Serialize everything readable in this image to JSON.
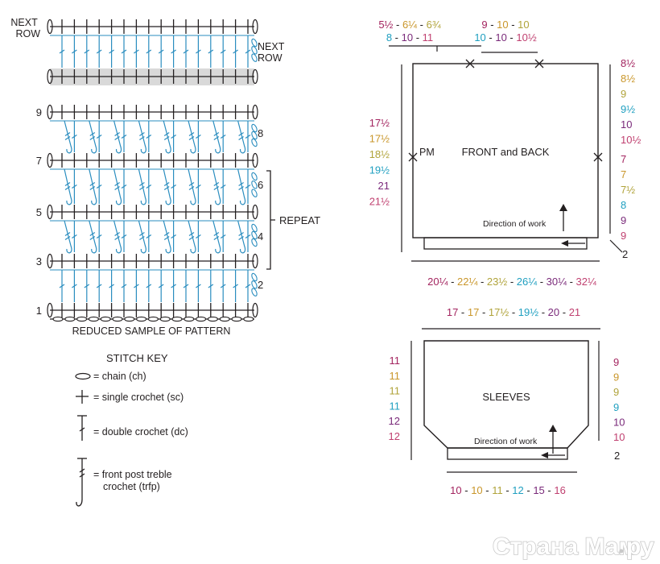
{
  "colors": {
    "ink": "#231f20",
    "stitch_blue": "#2a8dbf",
    "highlight_row": "#d9d9d9",
    "size_colors": [
      "#a3245f",
      "#c9962a",
      "#b0a33a",
      "#1f9fc0",
      "#7a2a7a",
      "#c04070"
    ]
  },
  "chart": {
    "next_row_label": "NEXT\nROW",
    "next_row_right_label": "NEXT\nROW",
    "row_numbers_left": [
      "9",
      "7",
      "5",
      "3",
      "1"
    ],
    "row_numbers_right": [
      "8",
      "6",
      "4",
      "2"
    ],
    "repeat_label": "REPEAT",
    "caption": "REDUCED SAMPLE OF PATTERN"
  },
  "stitch_key": {
    "title": "STITCH KEY",
    "items": [
      {
        "symbol": "chain-symbol",
        "label": "= chain (ch)"
      },
      {
        "symbol": "single-crochet-symbol",
        "label": "= single crochet (sc)"
      },
      {
        "symbol": "double-crochet-symbol",
        "label": "= double crochet (dc)"
      },
      {
        "symbol": "front-post-treble-symbol",
        "label": "= front post treble\ncrochet (trfp)"
      }
    ]
  },
  "front_back": {
    "title": "FRONT and BACK",
    "pm_label": "PM",
    "direction_label": "Direction of work",
    "neck_widths": [
      [
        {
          "text": "5½",
          "c": 0
        },
        {
          "text": " - ",
          "c": -1
        },
        {
          "text": "6¼",
          "c": 1
        },
        {
          "text": " - ",
          "c": -1
        },
        {
          "text": "6¾",
          "c": 2
        }
      ],
      [
        {
          "text": "8",
          "c": 3
        },
        {
          "text": " - ",
          "c": -1
        },
        {
          "text": "10",
          "c": 4
        },
        {
          "text": " - ",
          "c": -1
        },
        {
          "text": "11",
          "c": 5
        }
      ]
    ],
    "shoulder_widths": [
      [
        {
          "text": "9",
          "c": 0
        },
        {
          "text": " - ",
          "c": -1
        },
        {
          "text": "10",
          "c": 1
        },
        {
          "text": " - ",
          "c": -1
        },
        {
          "text": "10",
          "c": 2
        }
      ],
      [
        {
          "text": "10",
          "c": 3
        },
        {
          "text": " - ",
          "c": -1
        },
        {
          "text": "10",
          "c": 4
        },
        {
          "text": " - ",
          "c": -1
        },
        {
          "text": "10½",
          "c": 5
        }
      ]
    ],
    "length_values": [
      "17½",
      "17½",
      "18½",
      "19½",
      "21",
      "21½"
    ],
    "armhole_values": [
      "8½",
      "8½",
      "9",
      "9½",
      "10",
      "10½"
    ],
    "lower_values": [
      "7",
      "7",
      "7½",
      "8",
      "9",
      "9"
    ],
    "edge_value": "2",
    "width_values": [
      {
        "text": "20¼",
        "c": 0
      },
      {
        "text": " - ",
        "c": -1
      },
      {
        "text": "22¼",
        "c": 1
      },
      {
        "text": " - ",
        "c": -1
      },
      {
        "text": "23½",
        "c": 2
      },
      {
        "text": " - ",
        "c": -1
      },
      {
        "text": "26¼",
        "c": 3
      },
      {
        "text": " - ",
        "c": -1
      },
      {
        "text": "30¼",
        "c": 4
      },
      {
        "text": " - ",
        "c": -1
      },
      {
        "text": "32¼",
        "c": 5
      }
    ]
  },
  "sleeves": {
    "title": "SLEEVES",
    "direction_label": "Direction of work",
    "top_values": [
      {
        "text": "17",
        "c": 0
      },
      {
        "text": " - ",
        "c": -1
      },
      {
        "text": "17",
        "c": 1
      },
      {
        "text": " - ",
        "c": -1
      },
      {
        "text": "17½",
        "c": 2
      },
      {
        "text": " - ",
        "c": -1
      },
      {
        "text": "19½",
        "c": 3
      },
      {
        "text": " - ",
        "c": -1
      },
      {
        "text": "20",
        "c": 4
      },
      {
        "text": " - ",
        "c": -1
      },
      {
        "text": "21",
        "c": 5
      }
    ],
    "left_values": [
      "11",
      "11",
      "11",
      "11",
      "12",
      "12"
    ],
    "right_values": [
      "9",
      "9",
      "9",
      "9",
      "10",
      "10"
    ],
    "edge_value": "2",
    "bottom_values": [
      {
        "text": "10",
        "c": 0
      },
      {
        "text": " - ",
        "c": -1
      },
      {
        "text": "10",
        "c": 1
      },
      {
        "text": " - ",
        "c": -1
      },
      {
        "text": "11",
        "c": 2
      },
      {
        "text": " - ",
        "c": -1
      },
      {
        "text": "12",
        "c": 3
      },
      {
        "text": " - ",
        "c": -1
      },
      {
        "text": "15",
        "c": 4
      },
      {
        "text": " - ",
        "c": -1
      },
      {
        "text": "16",
        "c": 5
      }
    ]
  },
  "watermark": {
    "text": "Страна Мам",
    "suffix": "ру"
  }
}
